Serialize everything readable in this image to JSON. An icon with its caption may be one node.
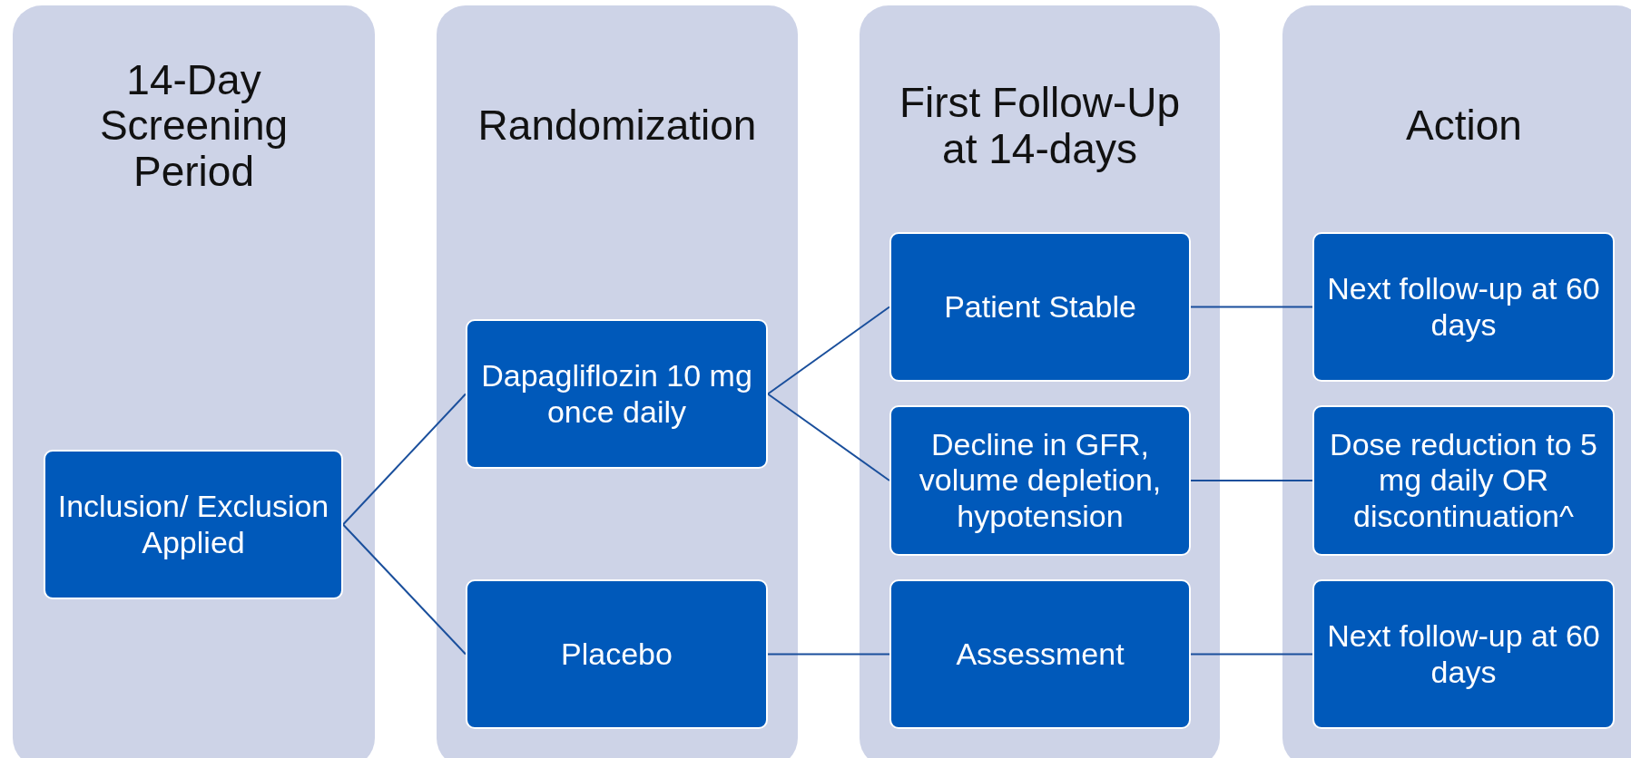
{
  "diagram": {
    "nodes": [
      {
        "text": [
          "14-Day Screening Period"
        ]
      },
      {
        "text": [
          "Inclusion/ Exclusion Applied"
        ],
        "in": 0
      },
      {
        "text": [
          "Randomization"
        ]
      },
      {
        "text": [
          "Dapagliflozin 10 mg once daily"
        ],
        "in": 2
      },
      {
        "text": [
          "Placebo"
        ],
        "in": 2
      },
      {
        "text": [
          "First Follow-Up at 14-days"
        ]
      },
      {
        "text": [
          "Patient Stable"
        ],
        "in": 5
      },
      {
        "text": [
          "Decline in GFR, volume depletion, hypotension"
        ],
        "in": 5
      },
      {
        "text": [
          "Assessment"
        ],
        "in": 5
      },
      {
        "text": [
          "Action"
        ]
      },
      {
        "text": [
          "Next follow-up at 60 days"
        ],
        "in": 9
      },
      {
        "text": [
          "Dose reduction to 5 mg daily OR discontinuation^"
        ],
        "in": 9
      },
      {
        "text": [
          "Next follow-up at 60 days"
        ],
        "in": 9
      }
    ],
    "edges": [
      {
        "from": 1,
        "to": 3,
        "arrow": "none"
      },
      {
        "from": 1,
        "to": 4,
        "arrow": "none"
      },
      {
        "from": 3,
        "to": 6,
        "arrow": "none"
      },
      {
        "from": 3,
        "to": 7,
        "arrow": "none"
      },
      {
        "from": 4,
        "to": 8,
        "arrow": "none"
      },
      {
        "from": 6,
        "to": 10,
        "arrow": "none"
      },
      {
        "from": 7,
        "to": 11,
        "arrow": "none"
      },
      {
        "from": 8,
        "to": 12,
        "arrow": "none"
      }
    ]
  }
}
